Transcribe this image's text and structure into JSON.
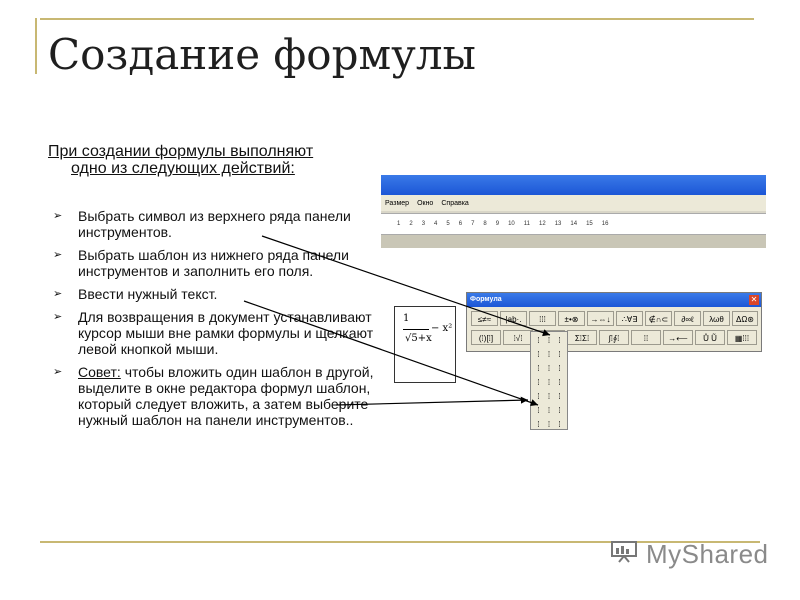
{
  "slide": {
    "title": "Создание формулы",
    "intro_line1": "При создании формулы выполняют",
    "intro_line2": "одно из следующих действий:",
    "bullets": [
      {
        "text": "Выбрать символ из верхнего ряда панели инструментов."
      },
      {
        "text": "Выбрать шаблон из нижнего ряда панели инструментов и заполнить его поля."
      },
      {
        "text": "Ввести нужный текст."
      },
      {
        "text": "Для возвращения в документ устанавливают курсор мыши вне рамки формулы и щелкают левой кнопкой мыши."
      },
      {
        "prefix": "Совет:",
        "text": " чтобы вложить один шаблон в другой, выделите в окне редактора формул шаблон, который следует вложить, а затем выберите нужный шаблон на панели инструментов.."
      }
    ],
    "bullet_marker": "➢"
  },
  "word_window": {
    "menu": [
      "Размер",
      "Окно",
      "Справка"
    ],
    "ruler": [
      "1",
      "2",
      "3",
      "4",
      "5",
      "6",
      "7",
      "8",
      "9",
      "10",
      "11",
      "12",
      "13",
      "14",
      "15",
      "16"
    ]
  },
  "formula": {
    "numerator": "1",
    "denominator": "√5+x",
    "rest": "− x²"
  },
  "formula_toolbar": {
    "title": "Формула",
    "close": "✕",
    "row1": [
      "≤≠≈",
      "¦ab·.",
      "⁞⁞⁞",
      "±•⊗",
      "→⇔↓",
      "∴∀∃",
      "∉∩⊂",
      "∂∞ℓ",
      "λωθ",
      "ΔΩ⊛"
    ],
    "row2": [
      "(⁞)[⁞]",
      "⁞√⁞",
      "⁞⁞⁞",
      "Σ⁞Σ⁞",
      "∫⁞∮⁞",
      "⁞⁞",
      "→⟵",
      "Ů Ũ",
      "▦⁞⁞⁞"
    ]
  },
  "templates": [
    "⁞",
    "⁞",
    "⁞",
    "⁞",
    "⁞",
    "⁞",
    "⁞",
    "⁞",
    "⁞",
    "⁞",
    "⁞",
    "⁞",
    "⁞",
    "⁞",
    "⁞",
    "⁞",
    "⁞",
    "⁞",
    "⁞",
    "⁞",
    "⁞"
  ],
  "logo": {
    "text": "MyShared"
  }
}
